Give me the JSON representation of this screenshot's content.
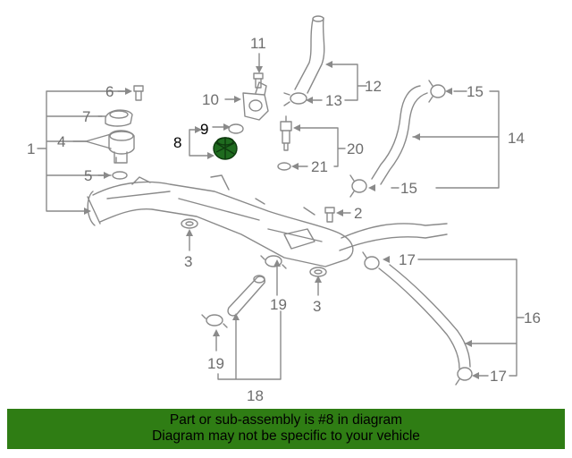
{
  "diagram": {
    "callouts": {
      "c1": "1",
      "c2": "2",
      "c3a": "3",
      "c3b": "3",
      "c4": "4",
      "c5": "5",
      "c6": "6",
      "c7": "7",
      "c8": "8",
      "c9": "9",
      "c10": "10",
      "c11": "11",
      "c12": "12",
      "c13": "13",
      "c14": "14",
      "c15a": "15",
      "c15b": "15",
      "c16": "16",
      "c17a": "17",
      "c17b": "17",
      "c18": "18",
      "c19a": "19",
      "c19b": "19",
      "c20": "20",
      "c21": "21"
    },
    "highlighted_part": "8",
    "colors": {
      "line": "#8a8a8a",
      "highlight_part": "#1f6b1f",
      "banner": "#2f7d14"
    }
  },
  "banner": {
    "line1": "Part or sub-assembly is #8 in diagram",
    "line2": "Diagram may not be specific to your vehicle"
  }
}
